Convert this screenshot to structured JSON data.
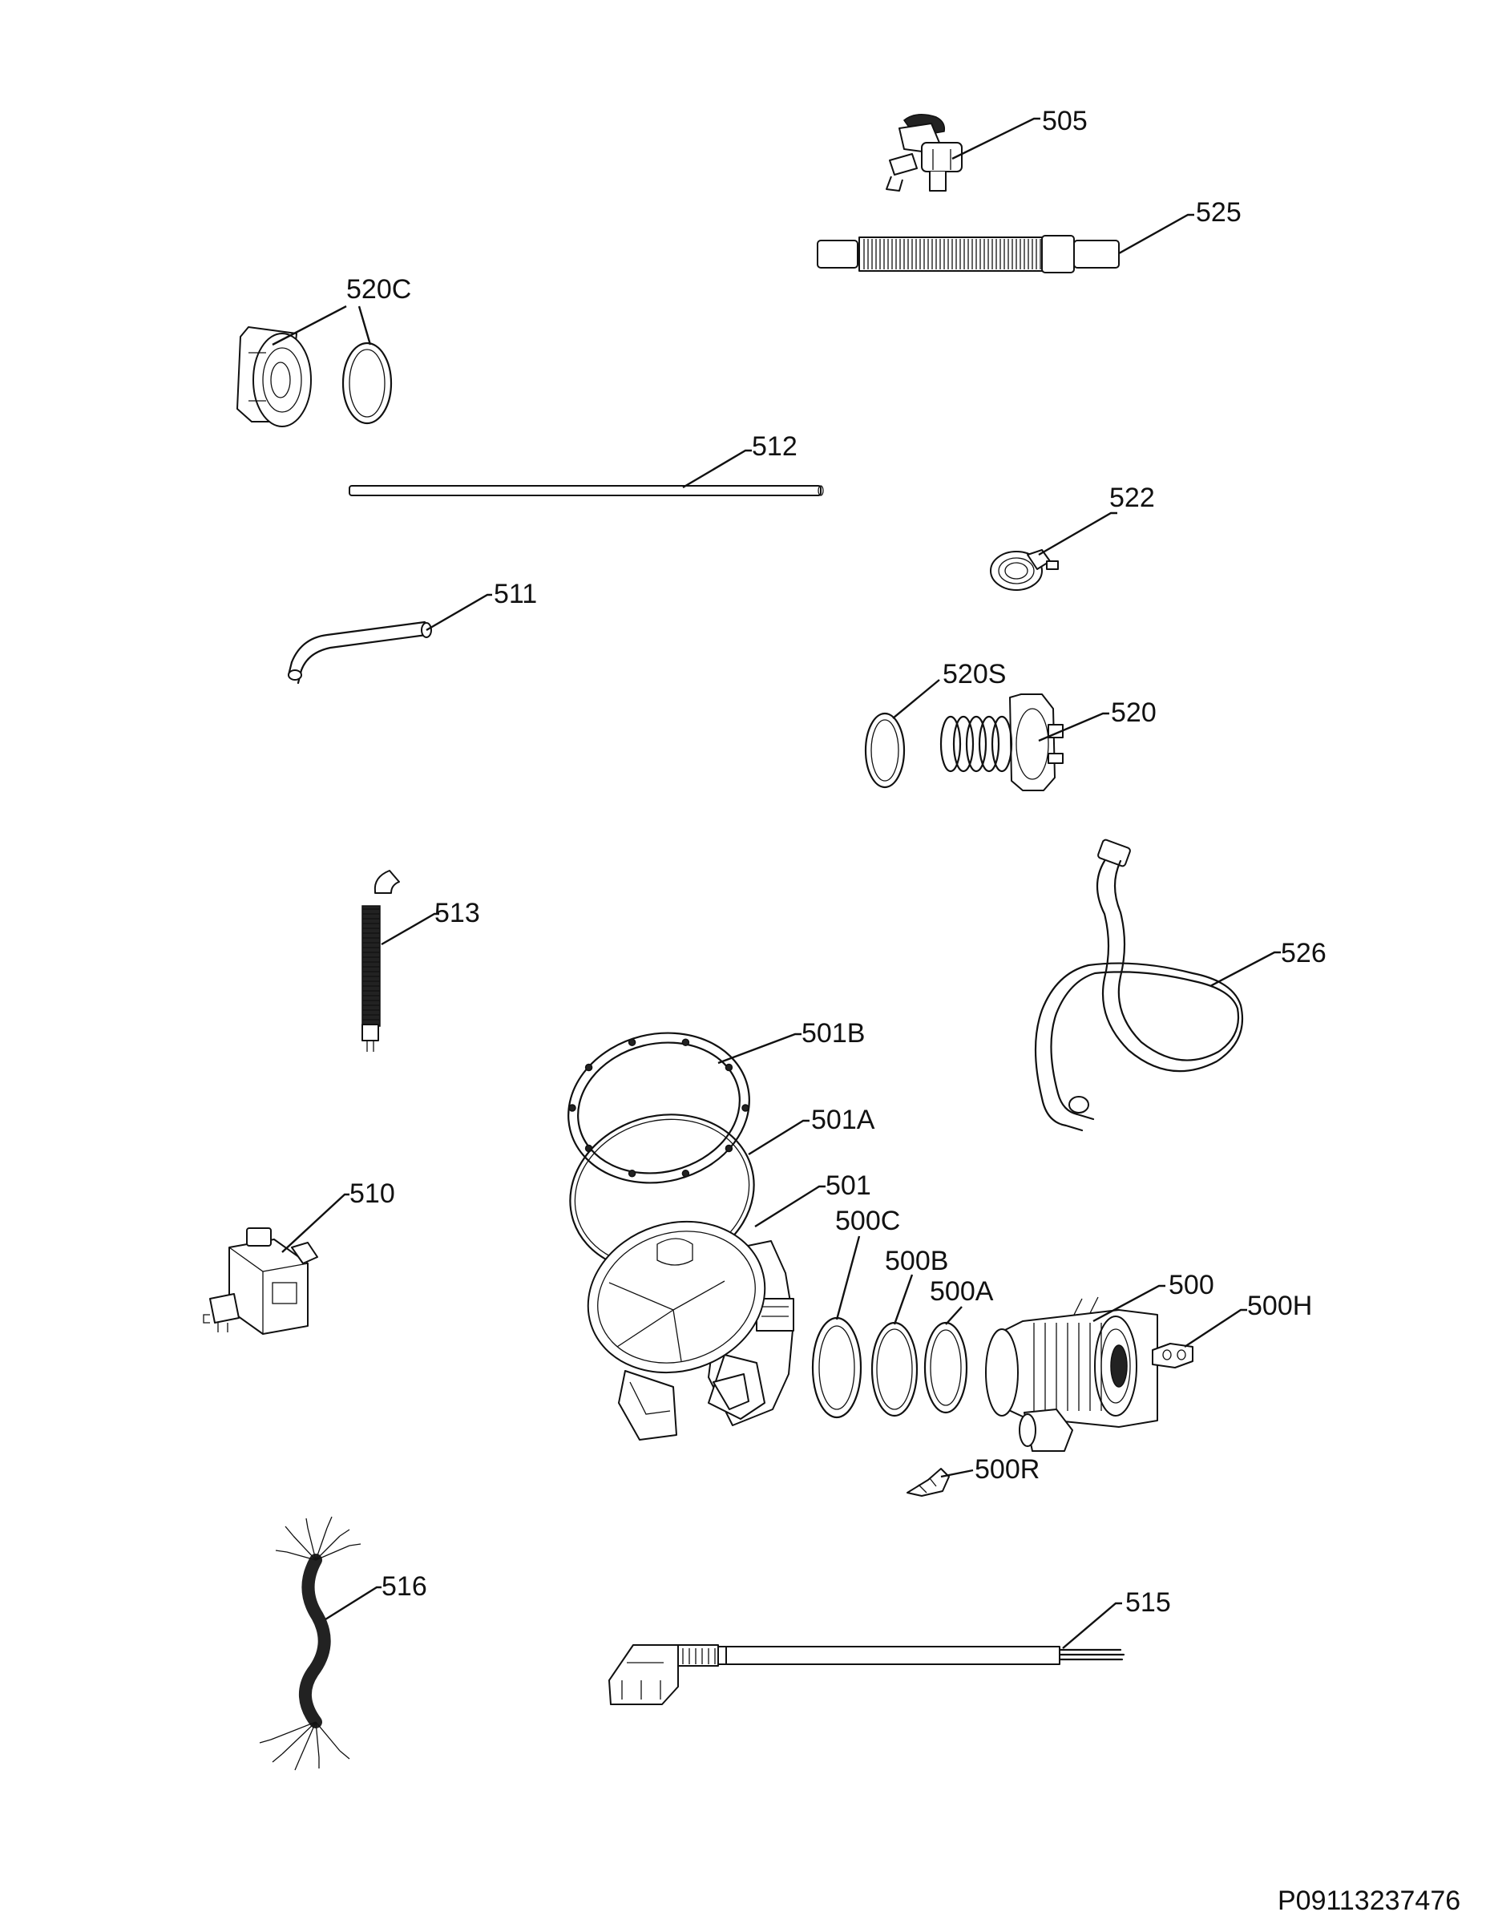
{
  "drawing": {
    "title": "",
    "code": "P09113237476"
  },
  "parts": [
    {
      "key": "505",
      "label": "505"
    },
    {
      "key": "525",
      "label": "525"
    },
    {
      "key": "520C",
      "label": "520C"
    },
    {
      "key": "512",
      "label": "512"
    },
    {
      "key": "522",
      "label": "522"
    },
    {
      "key": "511",
      "label": "511"
    },
    {
      "key": "520S",
      "label": "520S"
    },
    {
      "key": "520",
      "label": "520"
    },
    {
      "key": "513",
      "label": "513"
    },
    {
      "key": "526",
      "label": "526"
    },
    {
      "key": "501B",
      "label": "501B"
    },
    {
      "key": "501A",
      "label": "501A"
    },
    {
      "key": "501",
      "label": "501"
    },
    {
      "key": "510",
      "label": "510"
    },
    {
      "key": "500C",
      "label": "500C"
    },
    {
      "key": "500B",
      "label": "500B"
    },
    {
      "key": "500A",
      "label": "500A"
    },
    {
      "key": "500",
      "label": "500"
    },
    {
      "key": "500H",
      "label": "500H"
    },
    {
      "key": "500R",
      "label": "500R"
    },
    {
      "key": "516",
      "label": "516"
    },
    {
      "key": "515",
      "label": "515"
    }
  ]
}
